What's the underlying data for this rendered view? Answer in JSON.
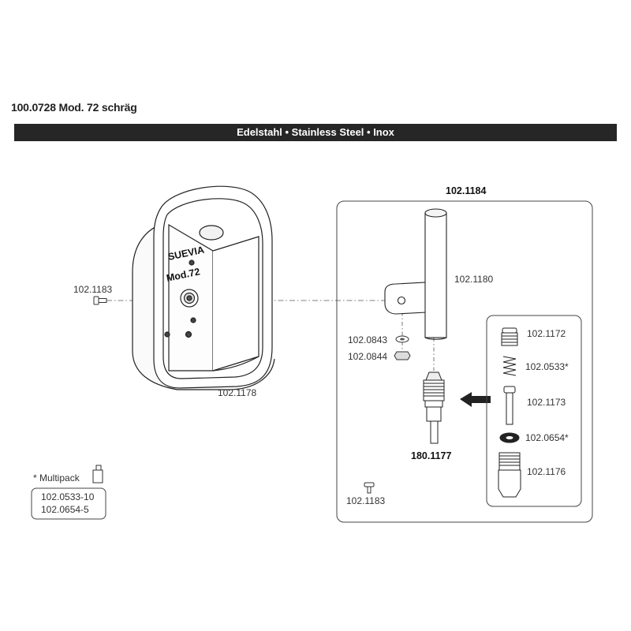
{
  "header": {
    "title": "100.0728 Mod. 72 schräg",
    "banner": "Edelstahl • Stainless Steel • Inox"
  },
  "bowl": {
    "brand": "SUEVIA",
    "model": "Mod.72",
    "part_screw": "102.1183",
    "part_bowl": "102.1178"
  },
  "assembly": {
    "title": "102.1184",
    "part_pipe": "102.1180",
    "part_washer": "102.0843",
    "part_nut": "102.0844",
    "part_valve": "180.1177",
    "part_screw": "102.1183"
  },
  "valve_parts": [
    {
      "part": "102.1172"
    },
    {
      "part": "102.0533*"
    },
    {
      "part": "102.1173"
    },
    {
      "part": "102.0654*"
    },
    {
      "part": "102.1176"
    }
  ],
  "multipack": {
    "label": "* Multipack",
    "items": [
      "102.0533-10",
      "102.0654-5"
    ]
  }
}
